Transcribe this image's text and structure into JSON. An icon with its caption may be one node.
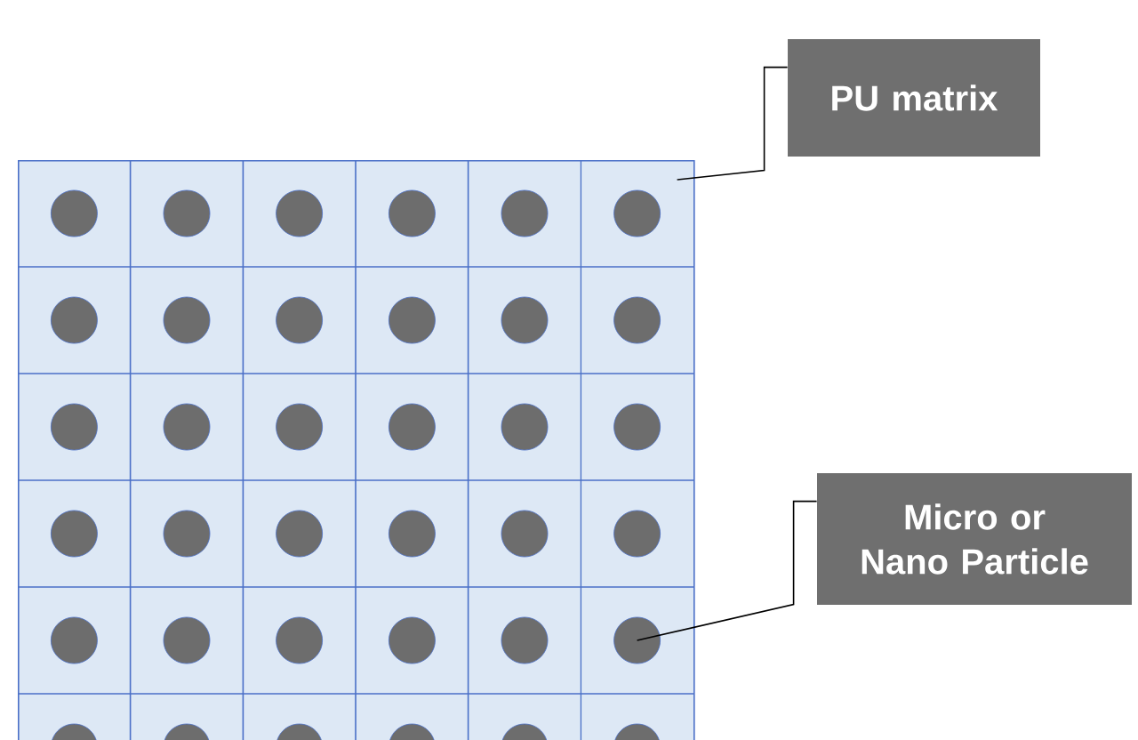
{
  "diagram": {
    "nodes": [
      {
        "text": [
          "PU matrix"
        ]
      },
      {
        "text": [
          "Micro or Nano Particle"
        ]
      },
      {
        "text": [],
        "shape": "box"
      },
      {
        "text": [],
        "shape": "circle",
        "in": 2
      }
    ],
    "edges": [
      {
        "from": 0,
        "to": 2,
        "arrow": "none"
      },
      {
        "from": 1,
        "to": 3,
        "arrow": "none"
      }
    ]
  }
}
